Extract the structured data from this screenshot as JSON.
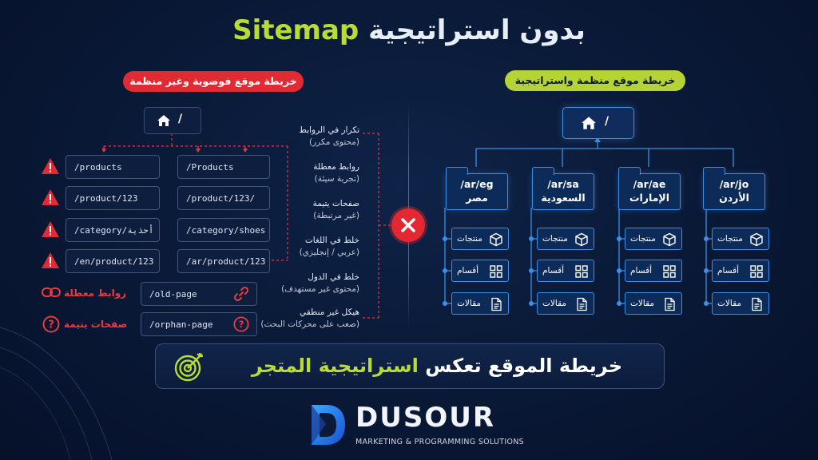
{
  "title": {
    "arabic": "بدون استراتيجية",
    "highlight": "Sitemap"
  },
  "left": {
    "label": "خريطة موقع فوضوية وغير منظمة",
    "root": "/",
    "col1": [
      "/products",
      "/product/123",
      "/category/أحذية",
      "/en/product/123"
    ],
    "col2": [
      "/Products",
      "/product/123/",
      "/category/shoes",
      "/ar/product/123"
    ],
    "broken_label": "روابط معطلة",
    "broken_url": "/old-page",
    "orphan_label": "صفحات يتيمة",
    "orphan_url": "/orphan-page"
  },
  "issues": [
    {
      "title": "تكرار في الروابط",
      "sub": "(محتوى مكرر)"
    },
    {
      "title": "روابط معطلة",
      "sub": "(تجربة سيئة)"
    },
    {
      "title": "صفحات يتيمة",
      "sub": "(غير مرتبطة)"
    },
    {
      "title": "خلط في اللغات",
      "sub": "(عربي / إنجليزي)"
    },
    {
      "title": "خلط في الدول",
      "sub": "(محتوى غير مستهدف)"
    },
    {
      "title": "هيكل غير منطقي",
      "sub": "(صعب على محركات البحث)"
    }
  ],
  "right": {
    "label": "خريطة موقع منظمة واستراتيجية",
    "root": "/",
    "countries": [
      {
        "code": "/ar/eg",
        "name": "مصر"
      },
      {
        "code": "/ar/sa",
        "name": "السعودية"
      },
      {
        "code": "/ar/ae",
        "name": "الإمارات"
      },
      {
        "code": "/ar/jo",
        "name": "الأردن"
      }
    ],
    "leaves": [
      "منتجات",
      "أقسام",
      "مقالات"
    ]
  },
  "banner": {
    "pre": "خريطة الموقع تعكس",
    "highlight": "استراتيجية المتجر"
  },
  "logo": {
    "name": "DUSOUR",
    "tagline": "MARKETING & PROGRAMMING SOLUTIONS"
  },
  "colors": {
    "accent_green": "#b9dc35",
    "alert_red": "#e02a34",
    "node_blue": "#3d8ee6"
  }
}
